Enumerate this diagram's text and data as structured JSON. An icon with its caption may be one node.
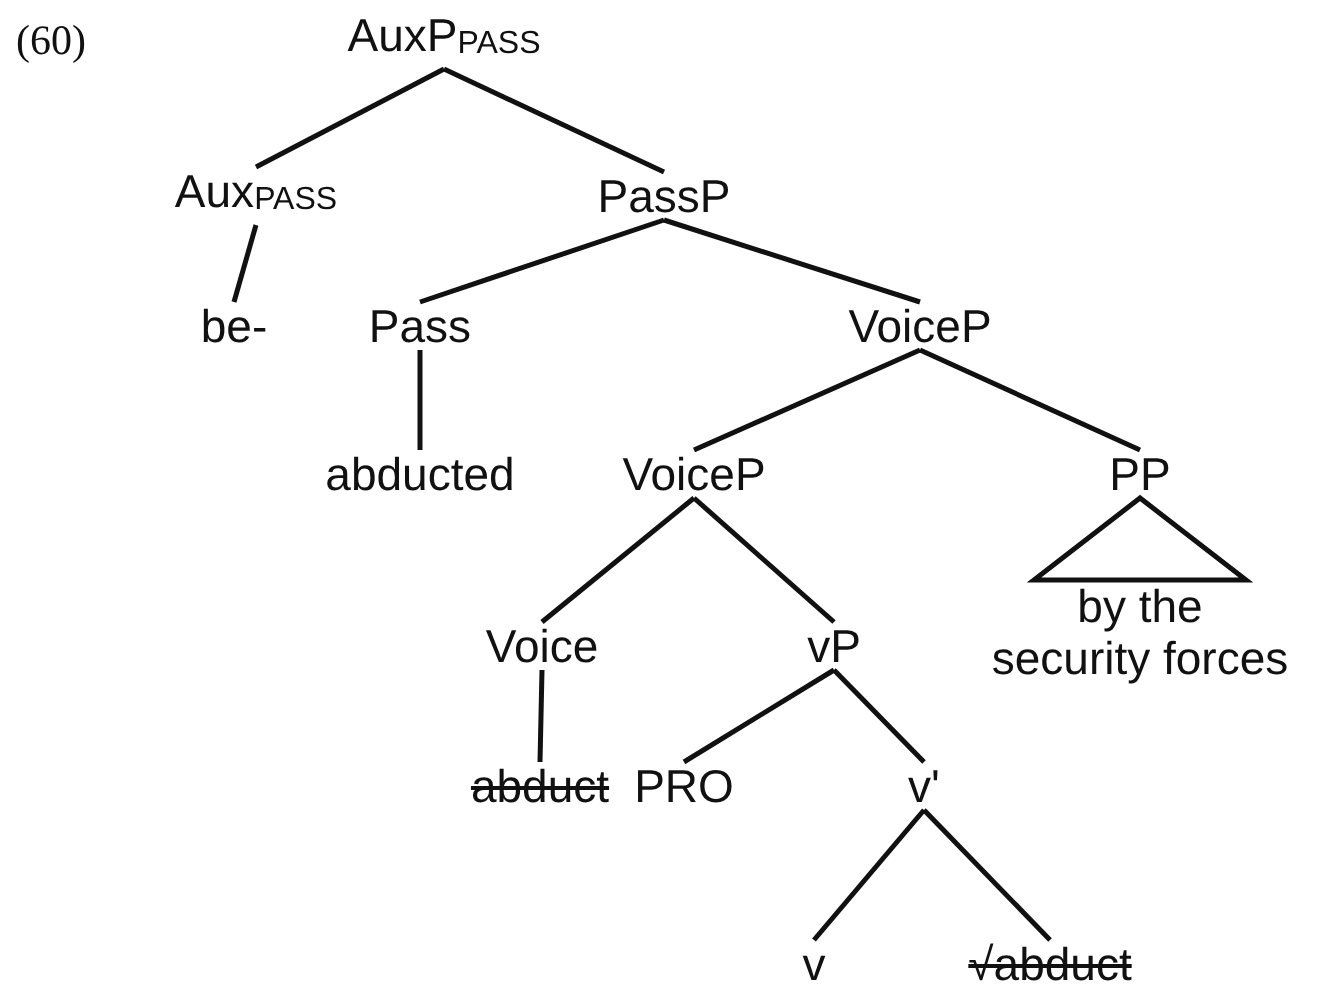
{
  "diagram": {
    "nodes": [
      {
        "text": [
          "AuxP$_{PASS}$"
        ]
      },
      {
        "text": [
          "Aux$_{PASS}$"
        ]
      },
      {
        "text": [
          "PassP"
        ]
      },
      {
        "text": [
          "be-"
        ]
      },
      {
        "text": [
          "Pass"
        ]
      },
      {
        "text": [
          "VoiceP"
        ]
      },
      {
        "text": [
          "abducted"
        ]
      },
      {
        "text": [
          "VoiceP"
        ]
      },
      {
        "text": [
          "PP"
        ]
      },
      {
        "text": [
          "Voice"
        ]
      },
      {
        "text": [
          "vP"
        ]
      },
      {
        "text": [
          "by the security forces"
        ]
      },
      {
        "text": [
          "abduct"
        ]
      },
      {
        "text": [
          "PRO"
        ]
      },
      {
        "text": [
          "v'"
        ]
      },
      {
        "text": [
          "v"
        ]
      },
      {
        "text": [
          "√abduct"
        ]
      }
    ],
    "edges": [
      {
        "from": 0,
        "to": 1,
        "arrow": "none"
      },
      {
        "from": 0,
        "to": 2,
        "arrow": "none"
      },
      {
        "from": 1,
        "to": 3,
        "arrow": "none"
      },
      {
        "from": 2,
        "to": 4,
        "arrow": "none"
      },
      {
        "from": 2,
        "to": 5,
        "arrow": "none"
      },
      {
        "from": 4,
        "to": 6,
        "arrow": "none"
      },
      {
        "from": 5,
        "to": 7,
        "arrow": "none"
      },
      {
        "from": 5,
        "to": 8,
        "arrow": "none"
      },
      {
        "from": 7,
        "to": 9,
        "arrow": "none"
      },
      {
        "from": 7,
        "to": 10,
        "arrow": "none"
      },
      {
        "from": 8,
        "to": 11,
        "arrow": "none"
      },
      {
        "from": 9,
        "to": 12,
        "arrow": "none"
      },
      {
        "from": 10,
        "to": 13,
        "arrow": "none"
      },
      {
        "from": 10,
        "to": 14,
        "arrow": "none"
      },
      {
        "from": 14,
        "to": 15,
        "arrow": "none"
      },
      {
        "from": 14,
        "to": 16,
        "arrow": "none"
      }
    ],
    "labels": [
      "(60)"
    ]
  }
}
